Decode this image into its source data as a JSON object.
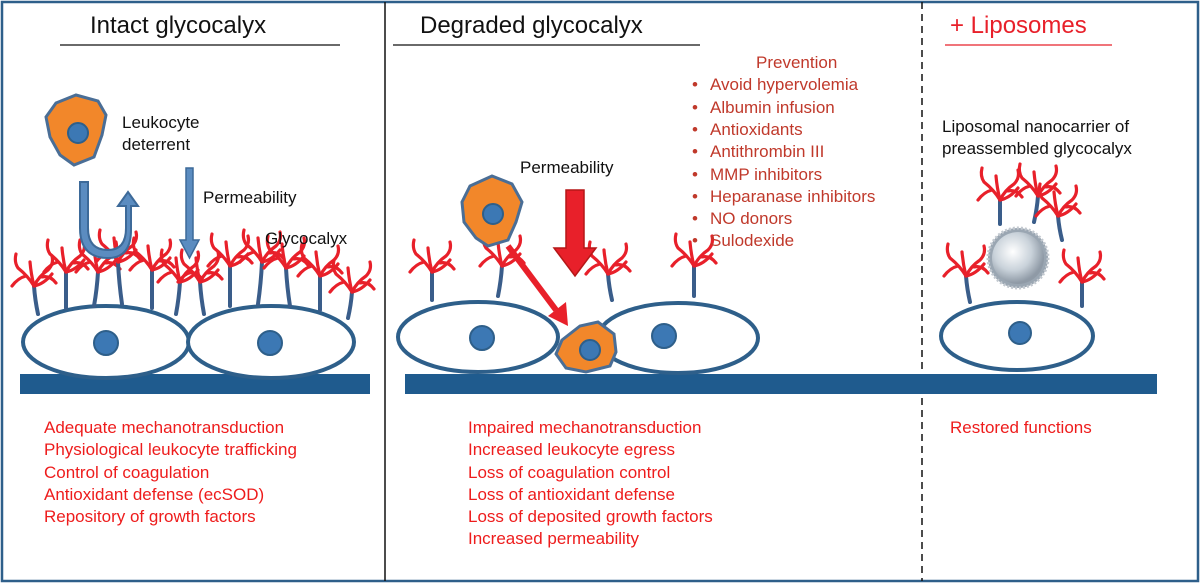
{
  "panels": {
    "intact": {
      "title": "Intact glycocalyx",
      "labels": {
        "leukocyte": "Leukocyte\ndeterrent",
        "permeability": "Permeability",
        "glycocalyx": "Glycocalyx"
      },
      "functions": [
        "Adequate mechanotransduction",
        "Physiological leukocyte trafficking",
        "Control of coagulation",
        "Antioxidant defense (ecSOD)",
        "Repository of growth factors"
      ]
    },
    "degraded": {
      "title": "Degraded glycocalyx",
      "labels": {
        "permeability": "Permeability"
      },
      "prevention_title": "Prevention",
      "prevention": [
        "Avoid hypervolemia",
        "Albumin infusion",
        "Antioxidants",
        "Antithrombin III",
        "MMP inhibitors",
        "Heparanase inhibitors",
        "NO donors",
        "Sulodexide"
      ],
      "functions": [
        "Impaired mechanotransduction",
        "Increased leukocyte egress",
        "Loss of coagulation control",
        "Loss of antioxidant defense",
        "Loss of deposited growth factors",
        "Increased permeability"
      ]
    },
    "liposomes": {
      "title": "+ Liposomes",
      "labels": {
        "nanocarrier": "Liposomal nanocarrier of\npreassembled glycocalyx"
      },
      "functions": [
        "Restored functions"
      ]
    }
  },
  "colors": {
    "border": "#2e5f8a",
    "membrane": "#1f5b8e",
    "cell_outline": "#2e5f8a",
    "nucleus": "#3c78b4",
    "glycocalyx_red": "#e8202a",
    "stalk": "#3a5d8a",
    "leukocyte": "#f2872a",
    "arrow_blue": "#5b8cc0",
    "arrow_red": "#e8202a",
    "function_text": "#ee1c1c",
    "prevention_text": "#c0392b"
  },
  "icons": [
    "leukocyte-icon",
    "u-turn-arrow-icon",
    "down-arrow-icon",
    "red-arrow-icon",
    "liposome-icon",
    "glycocalyx-tree-icon"
  ]
}
